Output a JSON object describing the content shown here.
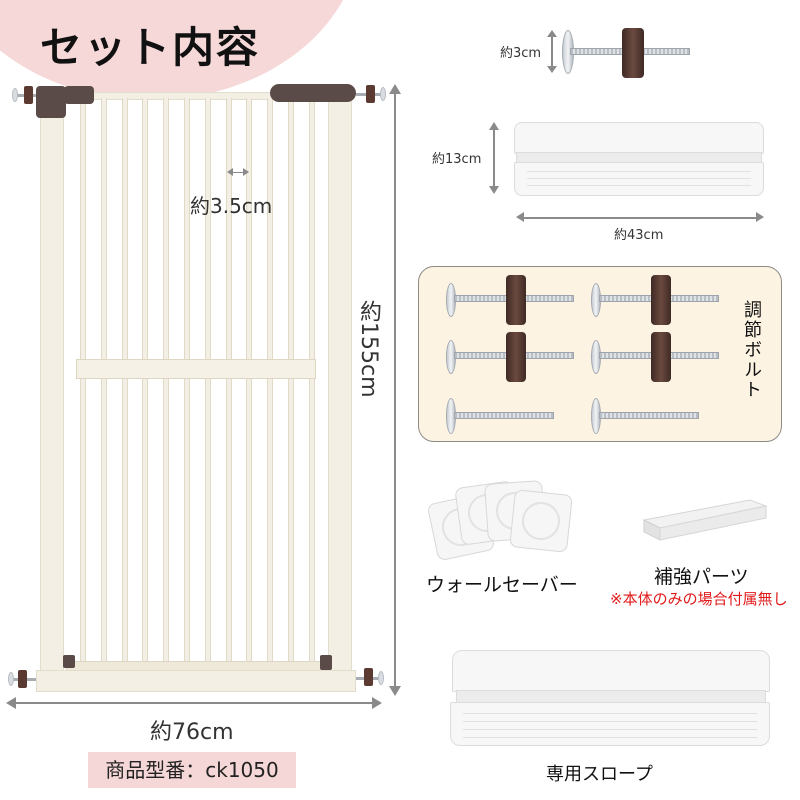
{
  "header": {
    "title": "セット内容",
    "accent_color": "#f6d8d8"
  },
  "gate": {
    "bar_spacing_label": "約3.5cm",
    "height_label": "約155cm",
    "width_label": "約76cm",
    "model_label": "商品型番：ck1050",
    "bar_count": 12,
    "frame_color": "#f3efe4",
    "bracket_color": "#5a4b48"
  },
  "parts": {
    "knob_bolt": {
      "diameter_label": "約3cm"
    },
    "slope_dims": {
      "height_label": "約13cm",
      "width_label": "約43cm"
    },
    "adjust_bolts": {
      "label": "調節ボルト",
      "count": 6,
      "panel_color": "#fcf3e3"
    },
    "wall_saver": {
      "label": "ウォールセーバー"
    },
    "reinforcement": {
      "label": "補強パーツ",
      "note": "※本体のみの場合付属無し",
      "note_color": "#e01a1a"
    },
    "slope": {
      "label": "専用スロープ"
    }
  }
}
